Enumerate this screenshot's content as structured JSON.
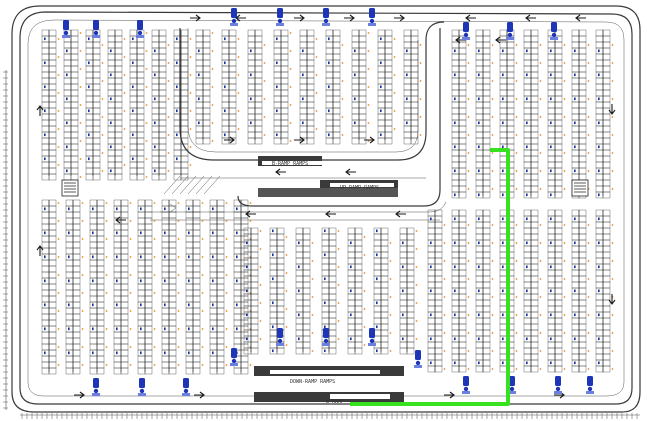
{
  "plan": {
    "ramp_labels": [
      "B-RAMP RAMPS",
      "UP  RAMP RAMPS",
      "DOWN-RAMP RAMPS",
      "B-RAMP"
    ],
    "colors": {
      "background": "#ffffff",
      "linework": "#2b2b2b",
      "camera": "#1f35b8",
      "marker_orange": "#f08a24",
      "marker_blue": "#1a2fa0",
      "route": "#37e11f"
    },
    "icons": [
      "camera-icon",
      "arrow-icon",
      "stair-icon"
    ]
  }
}
